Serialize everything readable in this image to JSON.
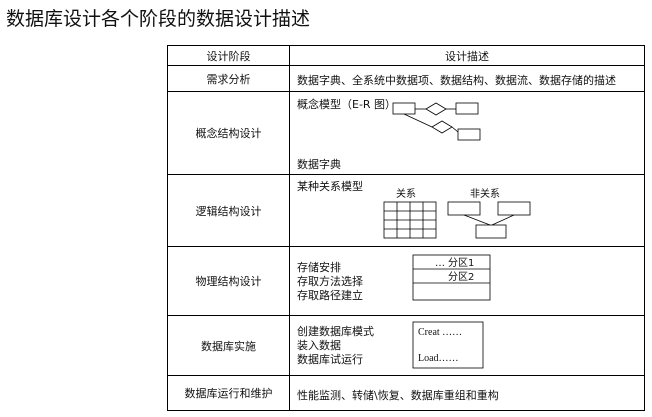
{
  "title": "数据库设计各个阶段的数据设计描述",
  "headers": {
    "stage": "设计阶段",
    "desc": "设计描述"
  },
  "rows": {
    "requirements": {
      "stage": "需求分析",
      "desc": "数据字典、全系统中数据项、数据结构、数据流、数据存储的描述"
    },
    "conceptual": {
      "stage": "概念结构设计",
      "model_label": "概念模型（E-R 图）",
      "dict_label": "数据字典"
    },
    "logical": {
      "stage": "逻辑结构设计",
      "model_label": "某种关系模型",
      "relation_label": "关系",
      "non_relation_label": "非关系"
    },
    "physical": {
      "stage": "物理结构设计",
      "lines": [
        "存储安排",
        "存取方法选择",
        "存取路径建立"
      ],
      "partition_dots": "…",
      "partition1": "分区1",
      "partition2": "分区2"
    },
    "implementation": {
      "stage": "数据库实施",
      "lines": [
        "创建数据库模式",
        "装入数据",
        "数据库试运行"
      ],
      "creat_text": "Creat ……",
      "load_text": "Load……"
    },
    "operation": {
      "stage": "数据库运行和维护",
      "desc": "性能监测、转储\\恢复、数据库重组和重构"
    }
  }
}
